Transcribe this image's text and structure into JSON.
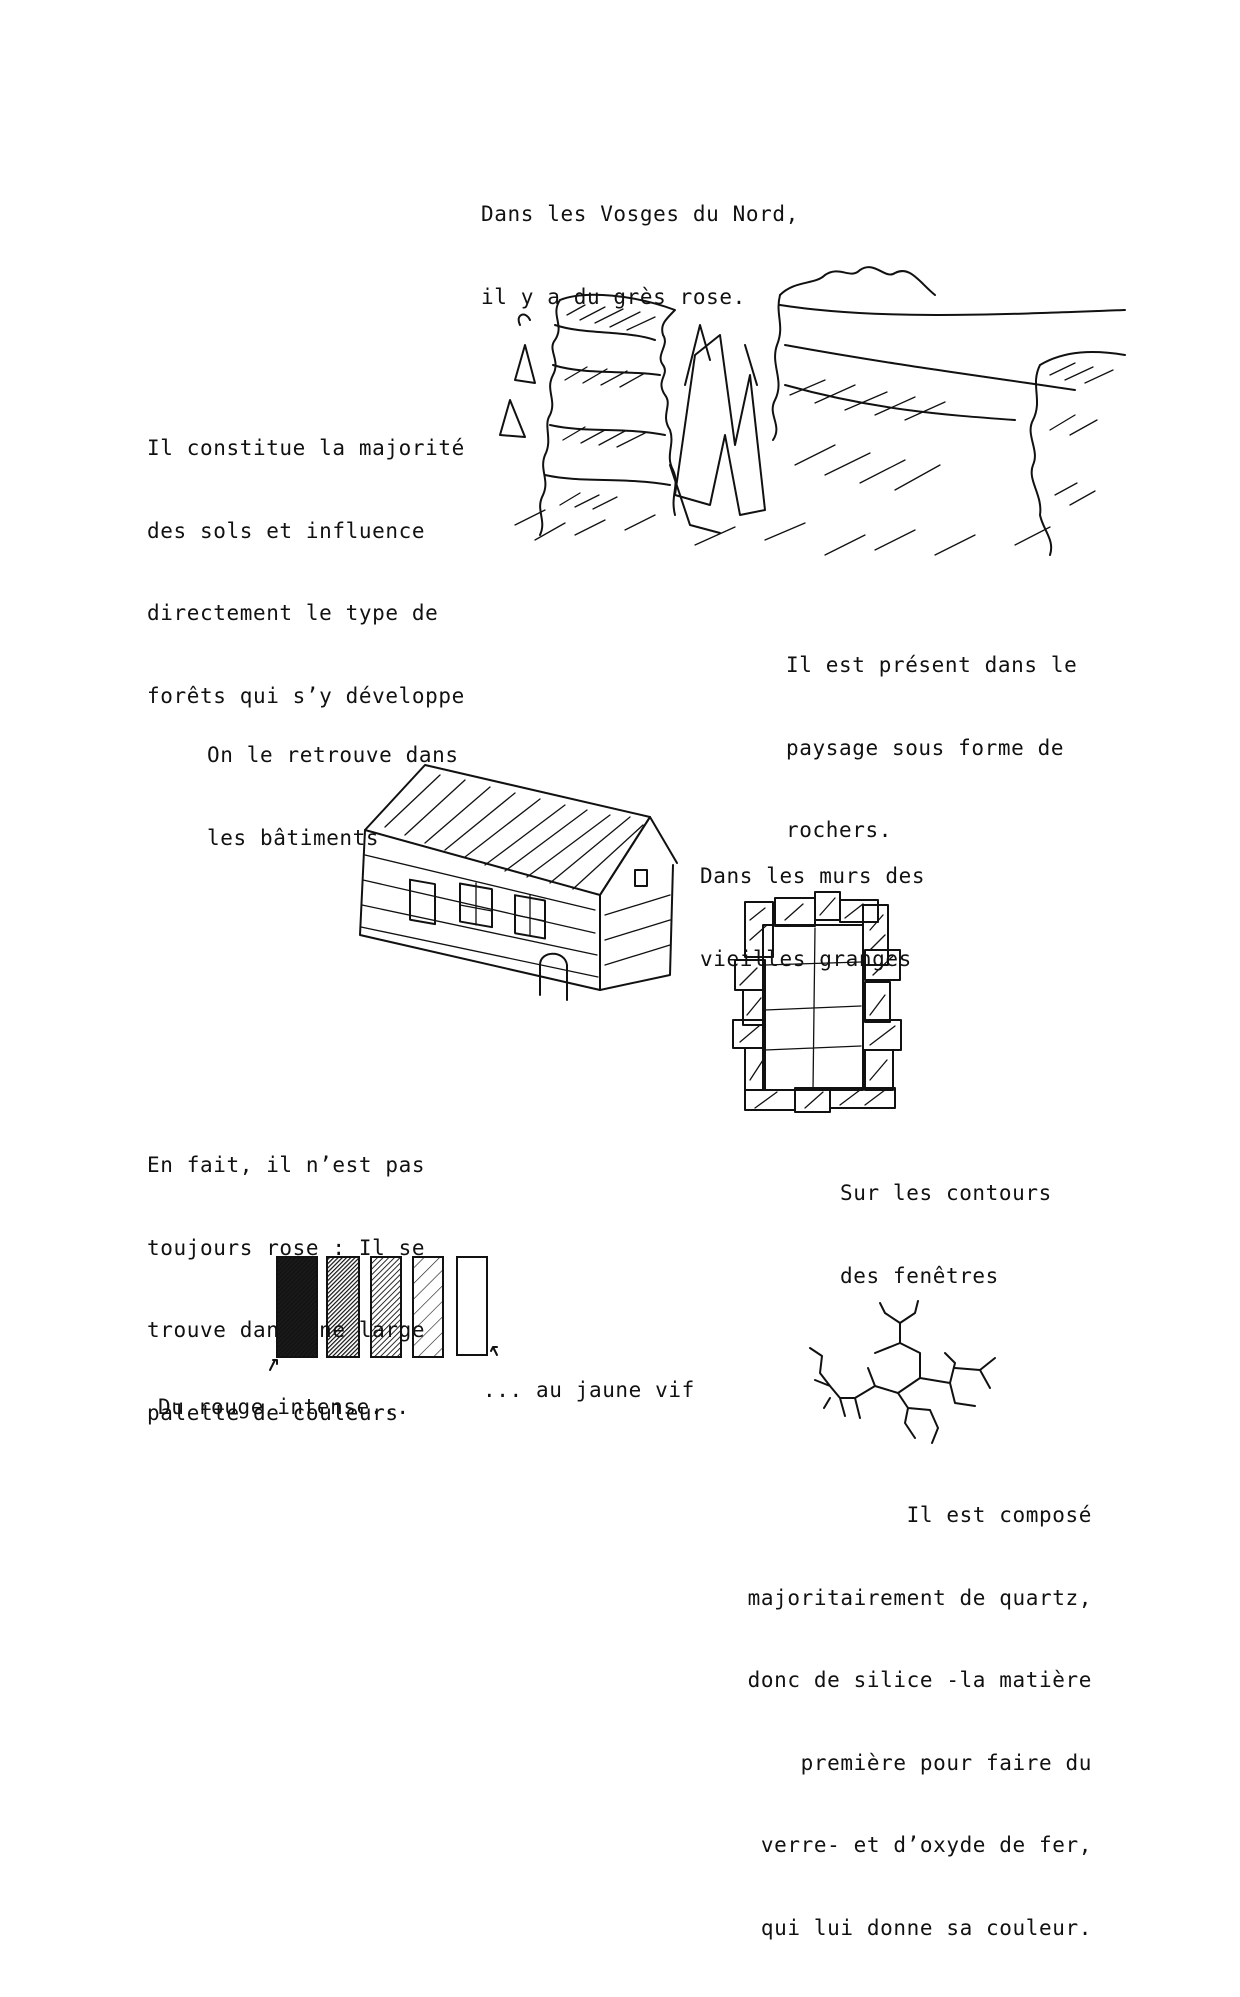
{
  "page": {
    "background": "#ffffff",
    "ink_color": "#111111"
  },
  "captions": {
    "intro": [
      "Dans les Vosges du Nord,",
      "il y a du grès rose."
    ],
    "soils": [
      "Il constitue la majorité",
      "des sols et influence",
      "directement le type de",
      "forêts qui s’y développe"
    ],
    "rocks": [
      "Il est présent dans le",
      "paysage sous forme de",
      "rochers."
    ],
    "buildings": [
      "On le retrouve dans",
      "les bâtiments"
    ],
    "barns": [
      "Dans les murs des",
      "vieilles granges"
    ],
    "windows": [
      "Sur les contours",
      "des fenêtres"
    ],
    "colors": [
      "En fait, il n’est pas",
      "toujours rose : Il se",
      "trouve dans une large",
      "palette de couleurs"
    ],
    "red": "Du rouge intense...",
    "yellow": "... au jaune vif",
    "composition": [
      "Il est composé",
      "majoritairement de quartz,",
      "donc de silice -la matière",
      "première pour faire du",
      "verre- et d’oxyde de fer,",
      "qui lui donne sa couleur."
    ]
  },
  "illustrations": {
    "landscape": "sandstone-rocks-and-forest-sketch",
    "barn": "stone-barn-sketch",
    "window": "window-stone-frame-sketch",
    "swatches": [
      "darkest",
      "dark",
      "medium",
      "light",
      "blank"
    ],
    "molecule": "quartz-silica-structure-sketch"
  }
}
